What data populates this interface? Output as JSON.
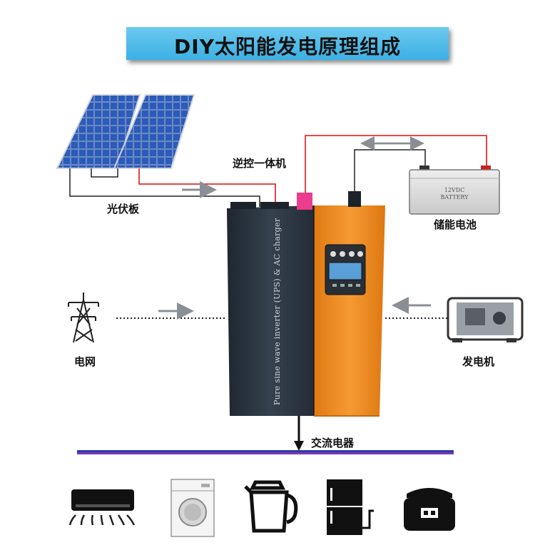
{
  "title": "DIY太阳能发电原理组成",
  "labels": {
    "pv_panel": "光伏板",
    "inverter": "逆控一体机",
    "battery": "储能电池",
    "grid": "电网",
    "generator": "发电机",
    "ac_appliances": "交流电器"
  },
  "inverter_side_text": "Pure sine wave inverter (UPS) & AC charger",
  "battery_text": {
    "line1": "12VDC",
    "line2": "BATTERY"
  },
  "appliances": [
    "air-conditioner-icon",
    "washing-machine-icon",
    "kettle-icon",
    "refrigerator-icon",
    "rice-cooker-icon"
  ],
  "colors": {
    "title_bg": "#3bb0e4",
    "inverter_dark": "#2c3642",
    "inverter_orange": "#f08a1e",
    "wire_red": "#e03030",
    "bus_blue": "#2a3aa8",
    "bus_purple": "#7a3ab0"
  }
}
